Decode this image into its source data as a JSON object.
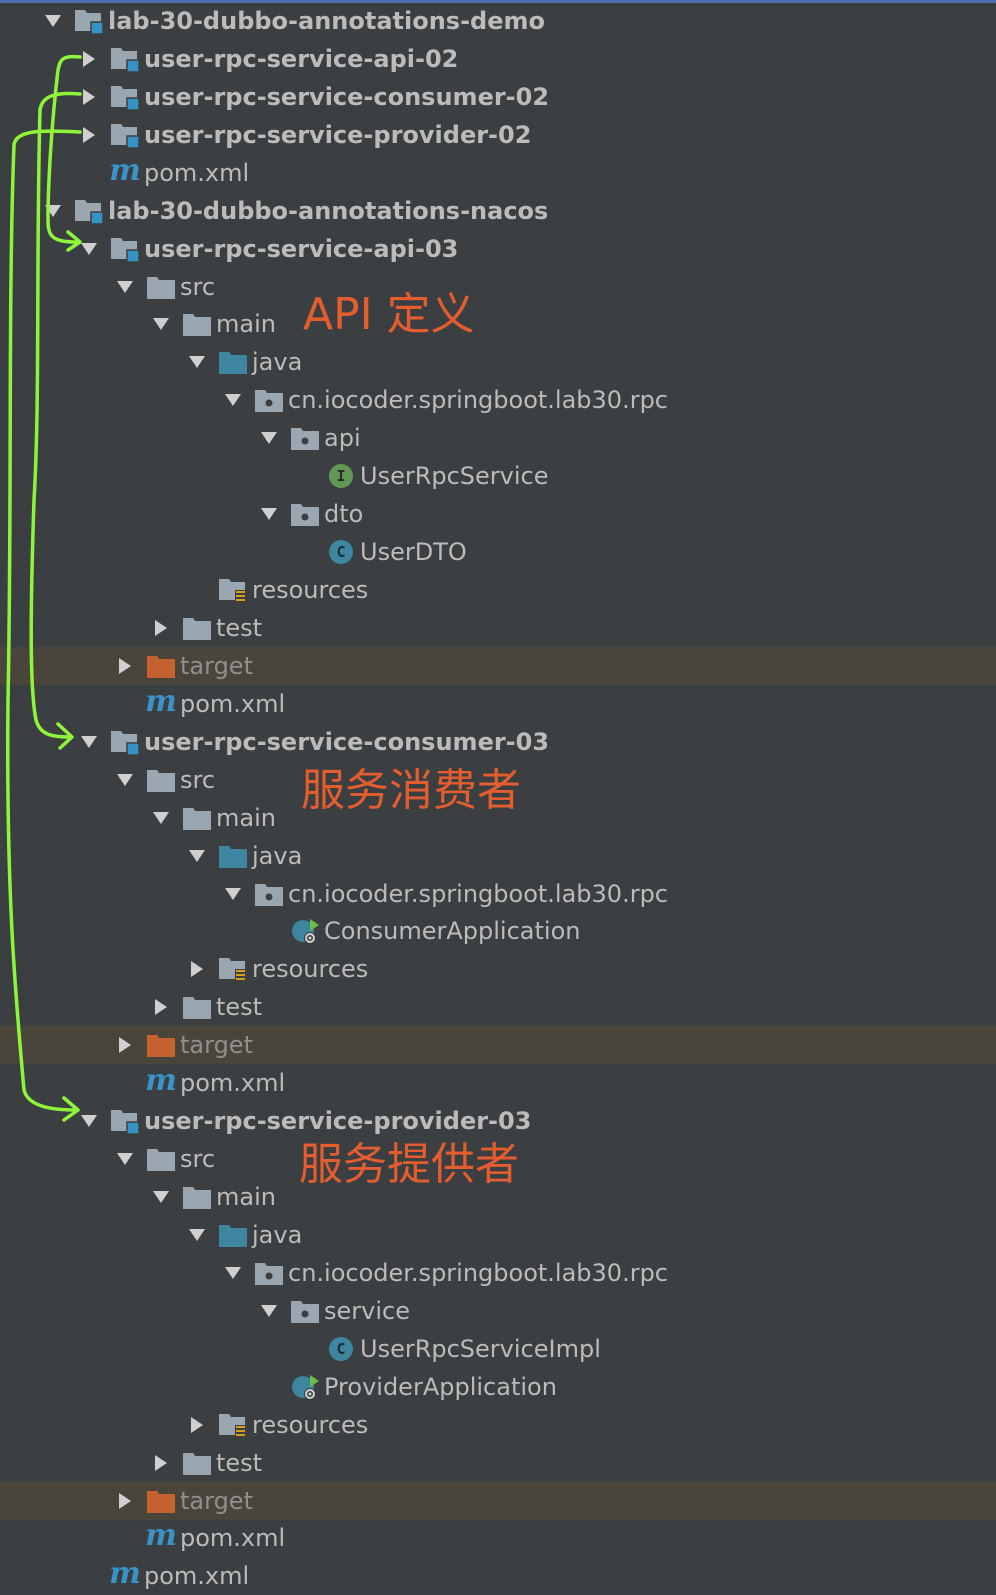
{
  "colors": {
    "background": "#3c3f41",
    "text": "#bbbbbb",
    "excluded_row_bg": "#4a453b",
    "module_accent": "#3592c4",
    "annotation": "#e45d2e",
    "arrows": "#8ff53a"
  },
  "tree": [
    {
      "label": "lab-30-dubbo-annotations-demo",
      "depth": 1,
      "icon": "module-folder-icon",
      "toggle": "expanded",
      "bold": true
    },
    {
      "label": "user-rpc-service-api-02",
      "depth": 2,
      "icon": "module-folder-icon",
      "toggle": "collapsed",
      "bold": true
    },
    {
      "label": "user-rpc-service-consumer-02",
      "depth": 2,
      "icon": "module-folder-icon",
      "toggle": "collapsed",
      "bold": true
    },
    {
      "label": "user-rpc-service-provider-02",
      "depth": 2,
      "icon": "module-folder-icon",
      "toggle": "collapsed",
      "bold": true
    },
    {
      "label": "pom.xml",
      "depth": 2,
      "icon": "maven-icon",
      "toggle": "none"
    },
    {
      "label": "lab-30-dubbo-annotations-nacos",
      "depth": 1,
      "icon": "module-folder-icon",
      "toggle": "expanded",
      "bold": true
    },
    {
      "label": "user-rpc-service-api-03",
      "depth": 2,
      "icon": "module-folder-icon",
      "toggle": "expanded",
      "bold": true
    },
    {
      "label": "src",
      "depth": 3,
      "icon": "folder-icon",
      "toggle": "expanded"
    },
    {
      "label": "main",
      "depth": 4,
      "icon": "folder-icon",
      "toggle": "expanded"
    },
    {
      "label": "java",
      "depth": 5,
      "icon": "source-folder-icon",
      "toggle": "expanded"
    },
    {
      "label": "cn.iocoder.springboot.lab30.rpc",
      "depth": 6,
      "icon": "package-icon",
      "toggle": "expanded"
    },
    {
      "label": "api",
      "depth": 7,
      "icon": "package-icon",
      "toggle": "expanded"
    },
    {
      "label": "UserRpcService",
      "depth": 8,
      "icon": "interface-icon",
      "toggle": "none"
    },
    {
      "label": "dto",
      "depth": 7,
      "icon": "package-icon",
      "toggle": "expanded"
    },
    {
      "label": "UserDTO",
      "depth": 8,
      "icon": "class-icon",
      "toggle": "none"
    },
    {
      "label": "resources",
      "depth": 5,
      "icon": "resources-folder-icon",
      "toggle": "none"
    },
    {
      "label": "test",
      "depth": 4,
      "icon": "folder-icon",
      "toggle": "collapsed"
    },
    {
      "label": "target",
      "depth": 3,
      "icon": "excluded-folder-icon",
      "toggle": "collapsed",
      "excluded": true
    },
    {
      "label": "pom.xml",
      "depth": 3,
      "icon": "maven-icon",
      "toggle": "none"
    },
    {
      "label": "user-rpc-service-consumer-03",
      "depth": 2,
      "icon": "module-folder-icon",
      "toggle": "expanded",
      "bold": true
    },
    {
      "label": "src",
      "depth": 3,
      "icon": "folder-icon",
      "toggle": "expanded"
    },
    {
      "label": "main",
      "depth": 4,
      "icon": "folder-icon",
      "toggle": "expanded"
    },
    {
      "label": "java",
      "depth": 5,
      "icon": "source-folder-icon",
      "toggle": "expanded"
    },
    {
      "label": "cn.iocoder.springboot.lab30.rpc",
      "depth": 6,
      "icon": "package-icon",
      "toggle": "expanded"
    },
    {
      "label": "ConsumerApplication",
      "depth": 7,
      "icon": "spring-boot-app-icon",
      "toggle": "none"
    },
    {
      "label": "resources",
      "depth": 5,
      "icon": "resources-folder-icon",
      "toggle": "collapsed"
    },
    {
      "label": "test",
      "depth": 4,
      "icon": "folder-icon",
      "toggle": "collapsed"
    },
    {
      "label": "target",
      "depth": 3,
      "icon": "excluded-folder-icon",
      "toggle": "collapsed",
      "excluded": true
    },
    {
      "label": "pom.xml",
      "depth": 3,
      "icon": "maven-icon",
      "toggle": "none"
    },
    {
      "label": "user-rpc-service-provider-03",
      "depth": 2,
      "icon": "module-folder-icon",
      "toggle": "expanded",
      "bold": true
    },
    {
      "label": "src",
      "depth": 3,
      "icon": "folder-icon",
      "toggle": "expanded"
    },
    {
      "label": "main",
      "depth": 4,
      "icon": "folder-icon",
      "toggle": "expanded"
    },
    {
      "label": "java",
      "depth": 5,
      "icon": "source-folder-icon",
      "toggle": "expanded"
    },
    {
      "label": "cn.iocoder.springboot.lab30.rpc",
      "depth": 6,
      "icon": "package-icon",
      "toggle": "expanded"
    },
    {
      "label": "service",
      "depth": 7,
      "icon": "package-icon",
      "toggle": "expanded"
    },
    {
      "label": "UserRpcServiceImpl",
      "depth": 8,
      "icon": "class-icon",
      "toggle": "none"
    },
    {
      "label": "ProviderApplication",
      "depth": 7,
      "icon": "spring-boot-app-icon",
      "toggle": "none"
    },
    {
      "label": "resources",
      "depth": 5,
      "icon": "resources-folder-icon",
      "toggle": "collapsed"
    },
    {
      "label": "test",
      "depth": 4,
      "icon": "folder-icon",
      "toggle": "collapsed"
    },
    {
      "label": "target",
      "depth": 3,
      "icon": "excluded-folder-icon",
      "toggle": "collapsed",
      "excluded": true
    },
    {
      "label": "pom.xml",
      "depth": 3,
      "icon": "maven-icon",
      "toggle": "none"
    },
    {
      "label": "pom.xml",
      "depth": 2,
      "icon": "maven-icon",
      "toggle": "none"
    }
  ],
  "annotations": {
    "api_definition": "API 定义",
    "service_consumer": "服务消费者",
    "service_provider": "服务提供者"
  },
  "icon_glyphs": {
    "maven": "m",
    "interface": "I",
    "class": "C"
  }
}
